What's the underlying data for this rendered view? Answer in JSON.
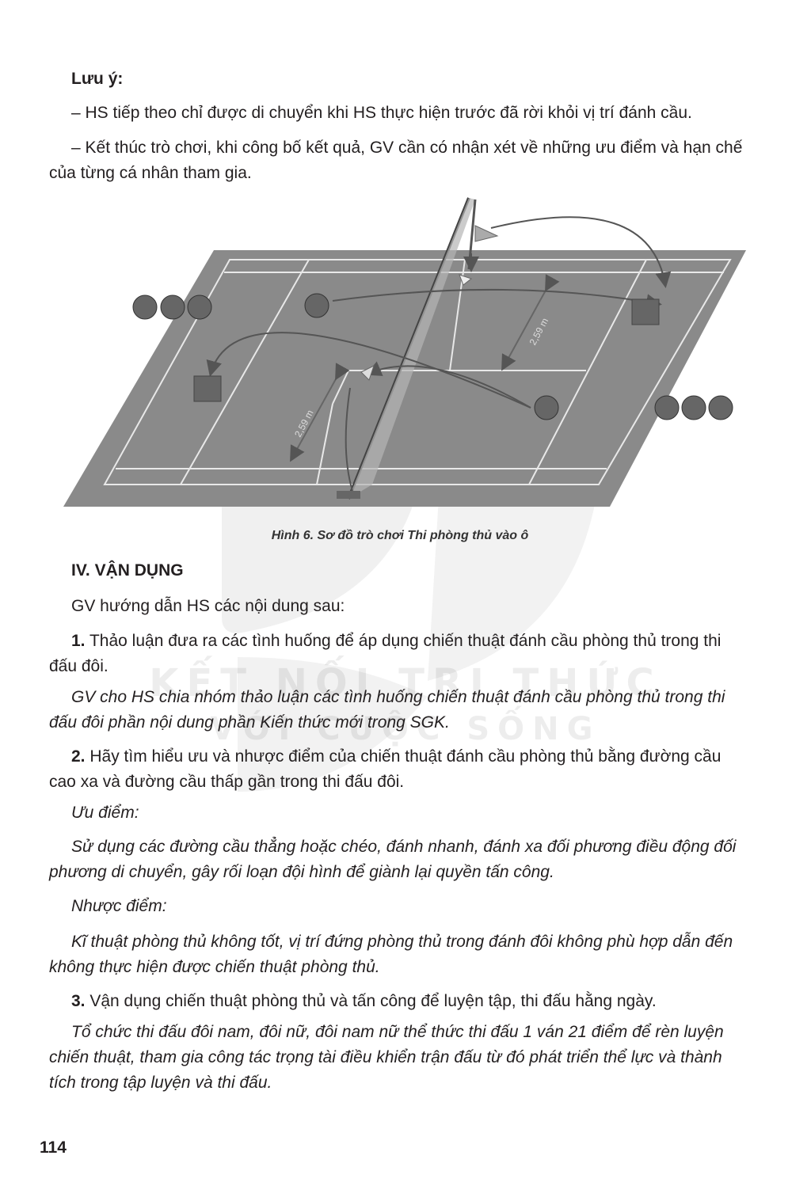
{
  "note": {
    "title": "Lưu ý:",
    "line1": "– HS tiếp theo chỉ được di chuyển khi HS thực hiện trước đã rời khỏi vị trí đánh cầu.",
    "line2": "– Kết thúc trò chơi, khi công bố kết quả, GV cần có nhận xét về những ưu điểm và hạn chế của từng cá nhân tham gia."
  },
  "figure": {
    "dimension_top": "2,59 m",
    "dimension_bottom": "2,59 m",
    "caption": "Hình 6. Sơ đồ trò chơi Thi phòng thủ vào ô"
  },
  "section": {
    "heading": "IV. VẬN DỤNG",
    "intro": "GV hướng dẫn HS các nội dung sau:",
    "item1_num": "1.",
    "item1_text": " Thảo luận đưa ra các tình huống để áp dụng chiến thuật đánh cầu phòng thủ trong thi đấu đôi.",
    "item1_note": "GV cho HS chia nhóm thảo luận các tình huống chiến thuật đánh cầu phòng thủ trong thi đấu đôi phần nội dung phần Kiến thức mới trong SGK.",
    "item2_num": "2.",
    "item2_text": " Hãy tìm hiểu ưu và nhược điểm của chiến thuật đánh cầu phòng thủ bằng đường cầu cao xa và đường cầu thấp gần trong thi đấu đôi.",
    "adv_label": "Ưu điểm:",
    "adv_text": "Sử dụng các đường cầu thẳng hoặc chéo, đánh nhanh, đánh xa đối phương điều động đối phương di chuyển, gây rối loạn đội hình để giành lại quyền tấn công.",
    "disadv_label": "Nhược điểm:",
    "disadv_text": "Kĩ thuật phòng thủ không tốt, vị trí đứng phòng thủ trong đánh đôi không phù hợp dẫn đến không thực hiện được chiến thuật phòng thủ.",
    "item3_num": "3.",
    "item3_text": " Vận dụng chiến thuật phòng thủ và tấn công để luyện tập, thi đấu hằng ngày.",
    "item3_note": "Tổ chức thi đấu đôi nam, đôi nữ, đôi nam nữ thể thức thi đấu 1 ván 21 điểm để rèn luyện chiến thuật, tham gia công tác trọng tài điều khiển trận đấu từ đó phát triển thể lực và thành tích trong tập luyện và thi đấu."
  },
  "watermark": {
    "line1": "KẾT NỐI TRI THỨC",
    "line2": "VỚI CUỘC SỐNG"
  },
  "page_number": "114"
}
